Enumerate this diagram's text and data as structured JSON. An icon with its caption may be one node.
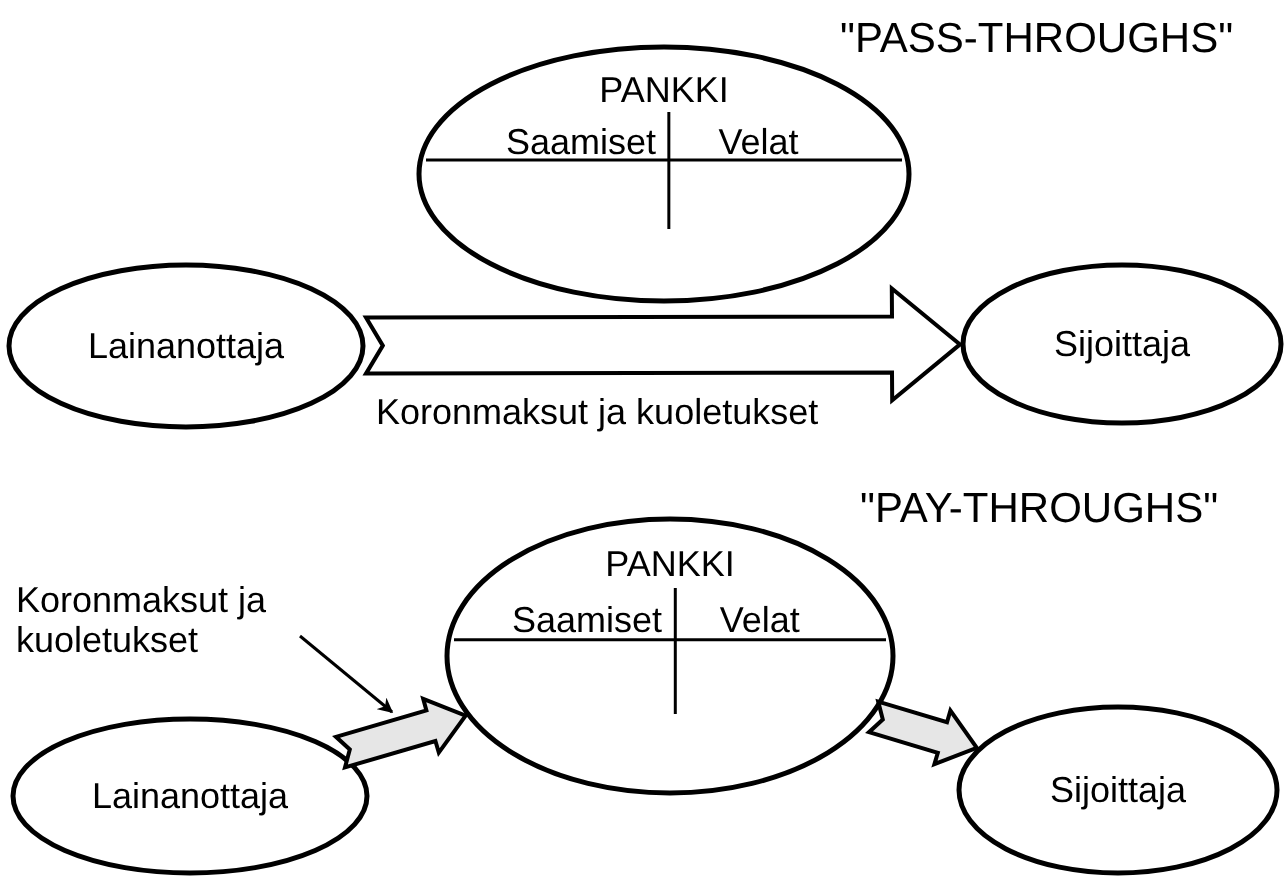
{
  "diagram": {
    "nodes": [
      {
        "text": [
          "Lainanottaja"
        ]
      },
      {
        "text": [
          "PANKKI",
          "Saamiset",
          "Velat"
        ]
      },
      {
        "text": [
          "Sijoittaja"
        ]
      },
      {
        "text": [
          "Lainanottaja"
        ]
      },
      {
        "text": [
          "PANKKI",
          "Saamiset",
          "Velat"
        ]
      },
      {
        "text": [
          "Sijoittaja"
        ]
      },
      {
        "text": [
          "Koronmaksut ja kuoletukset"
        ]
      }
    ],
    "edges": [
      {
        "from": 0,
        "to": 2,
        "arrow": "to",
        "label": "Koronmaksut ja kuoletukset",
        "style": "thick"
      },
      {
        "from": 3,
        "to": 4,
        "arrow": "to",
        "style": "thick"
      },
      {
        "from": 4,
        "to": 5,
        "arrow": "to",
        "style": "thick"
      },
      {
        "from": 6,
        "to": null,
        "arrow": "to"
      }
    ],
    "labels": [
      "\"PASS-THROUGHS\"",
      "\"PAY-THROUGHS\""
    ]
  }
}
